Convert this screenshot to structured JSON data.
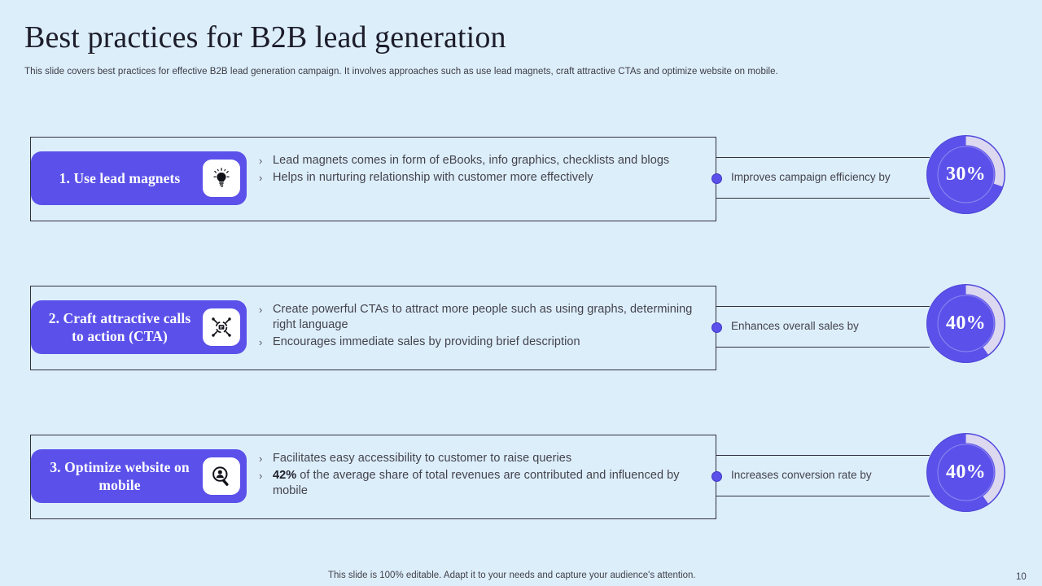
{
  "slide": {
    "title": "Best practices for B2B lead generation",
    "subtitle": "This slide covers best practices for effective B2B lead generation campaign. It involves approaches such as use lead magnets, craft attractive CTAs and optimize website on mobile.",
    "footer_note": "This slide is 100% editable. Adapt it to your needs and capture your audience's attention.",
    "page_number": "10",
    "background_color": "#ddeefb",
    "accent_color": "#5b51ea",
    "arc_track_color": "#dcd8f0",
    "border_color": "#30303f"
  },
  "practices": [
    {
      "badge_label": "1. Use lead magnets",
      "icon": "lightbulb-icon",
      "bullet_chevron": "›",
      "bullets": [
        {
          "prefix": "",
          "text": "Lead magnets comes in form of eBooks, info graphics, checklists and blogs"
        },
        {
          "prefix": "",
          "text": "Helps in nurturing  relationship with customer more effectively"
        }
      ],
      "metric_label": "Improves campaign efficiency by",
      "metric_value": "30%",
      "metric_percent": 30
    },
    {
      "badge_label": "2. Craft attractive calls to action (CTA)",
      "icon": "target-cta-icon",
      "bullet_chevron": "›",
      "bullets": [
        {
          "prefix": "",
          "text": "Create powerful  CTAs to attract more people such as using graphs, determining right language"
        },
        {
          "prefix": "",
          "text": "Encourages immediate sales by providing brief description"
        }
      ],
      "metric_label": "Enhances overall  sales by",
      "metric_value": "40%",
      "metric_percent": 40
    },
    {
      "badge_label": "3. Optimize website on mobile",
      "icon": "person-search-icon",
      "bullet_chevron": "›",
      "bullets": [
        {
          "prefix": "",
          "text": "Facilitates easy accessibility to customer to raise queries"
        },
        {
          "prefix": "42%",
          "text": " of the average share of total revenues  are contributed and influenced by mobile"
        }
      ],
      "metric_label": "Increases conversion rate by",
      "metric_value": "40%",
      "metric_percent": 40
    }
  ]
}
